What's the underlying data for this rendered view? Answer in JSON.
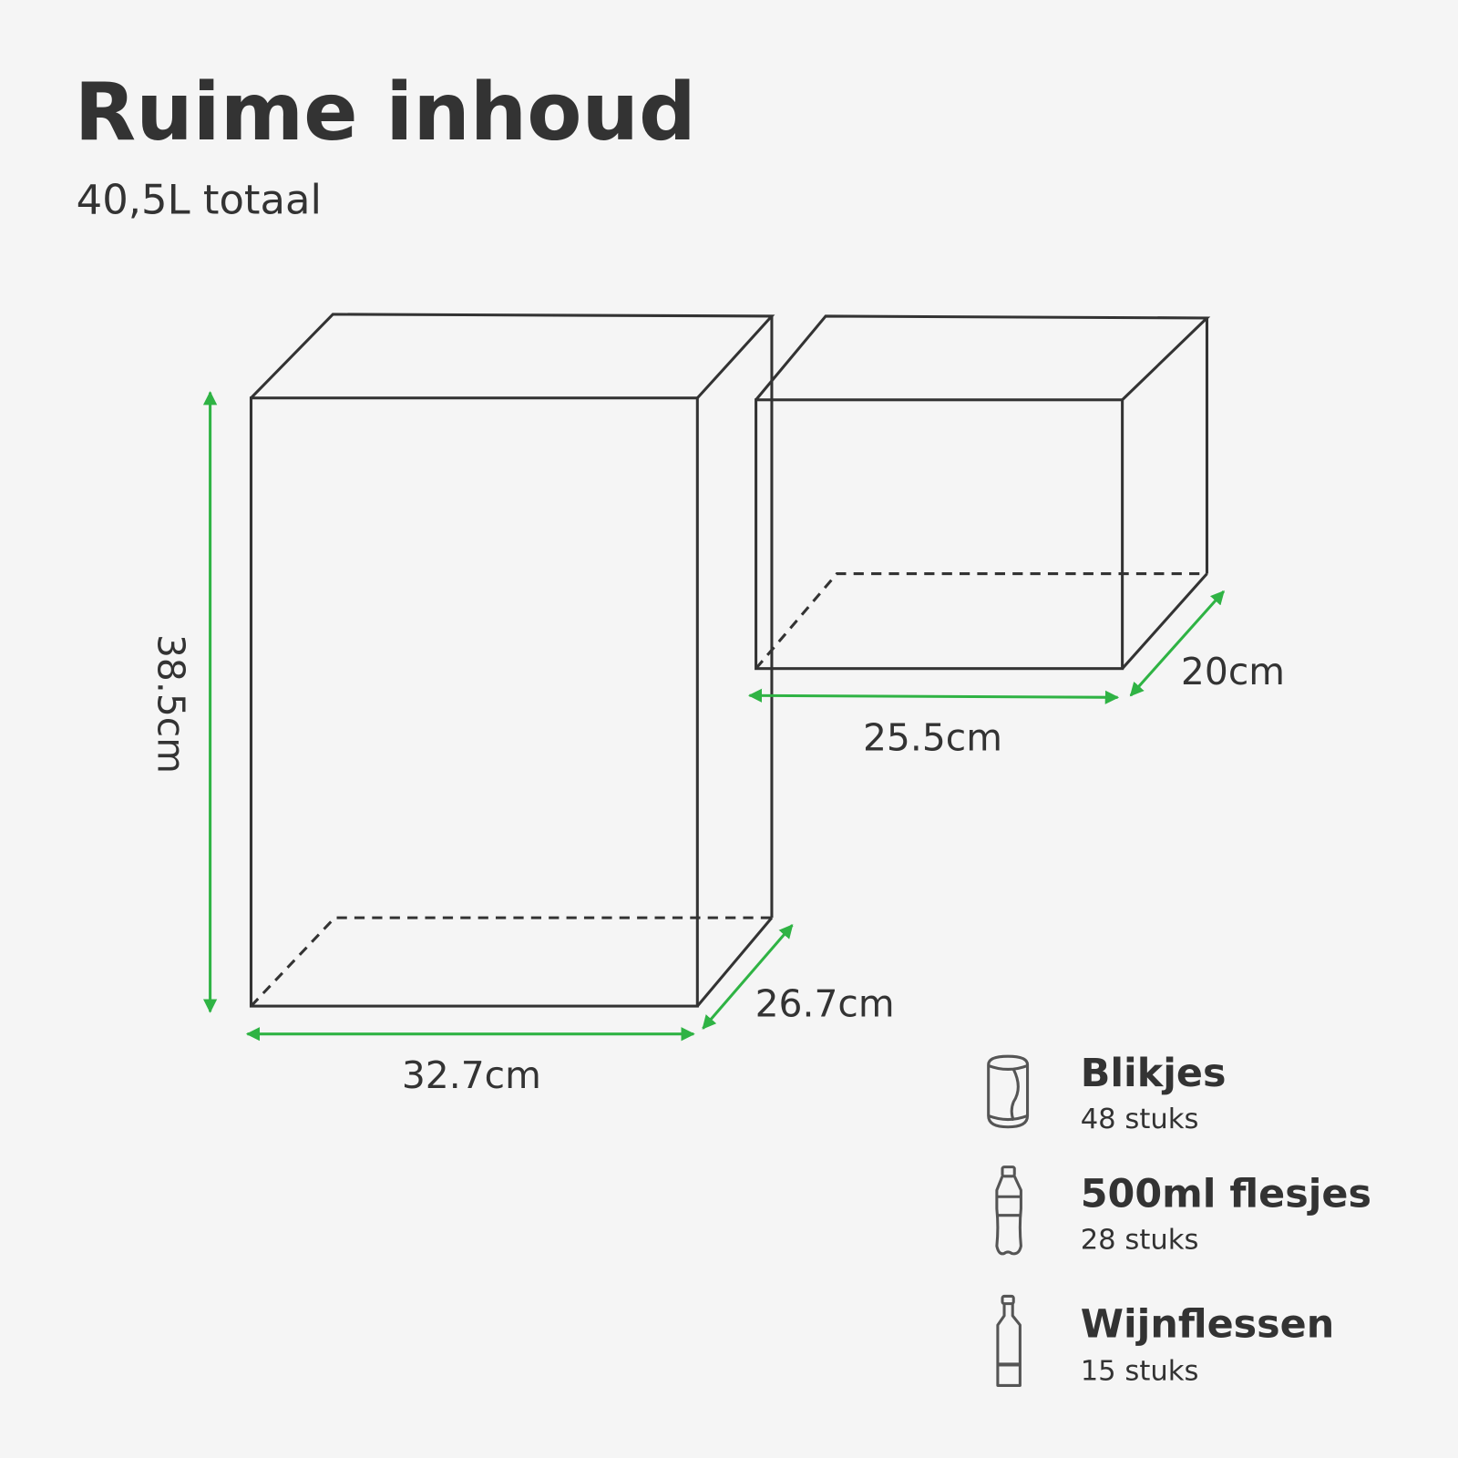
{
  "title": "Ruime inhoud",
  "subtitle": "40,5L totaal",
  "colors": {
    "dimension": "#2fb344",
    "text": "#333333",
    "background": "#f5f5f5"
  },
  "large_box": {
    "height": "38.5cm",
    "width": "32.7cm",
    "depth": "26.7cm"
  },
  "small_box": {
    "width": "25.5cm",
    "depth": "20cm"
  },
  "capacity": [
    {
      "icon": "can-icon",
      "label": "Blikjes",
      "count": "48 stuks"
    },
    {
      "icon": "soda-bottle-icon",
      "label": "500ml flesjes",
      "count": "28 stuks"
    },
    {
      "icon": "wine-bottle-icon",
      "label": "Wijnflessen",
      "count": "15 stuks"
    }
  ]
}
